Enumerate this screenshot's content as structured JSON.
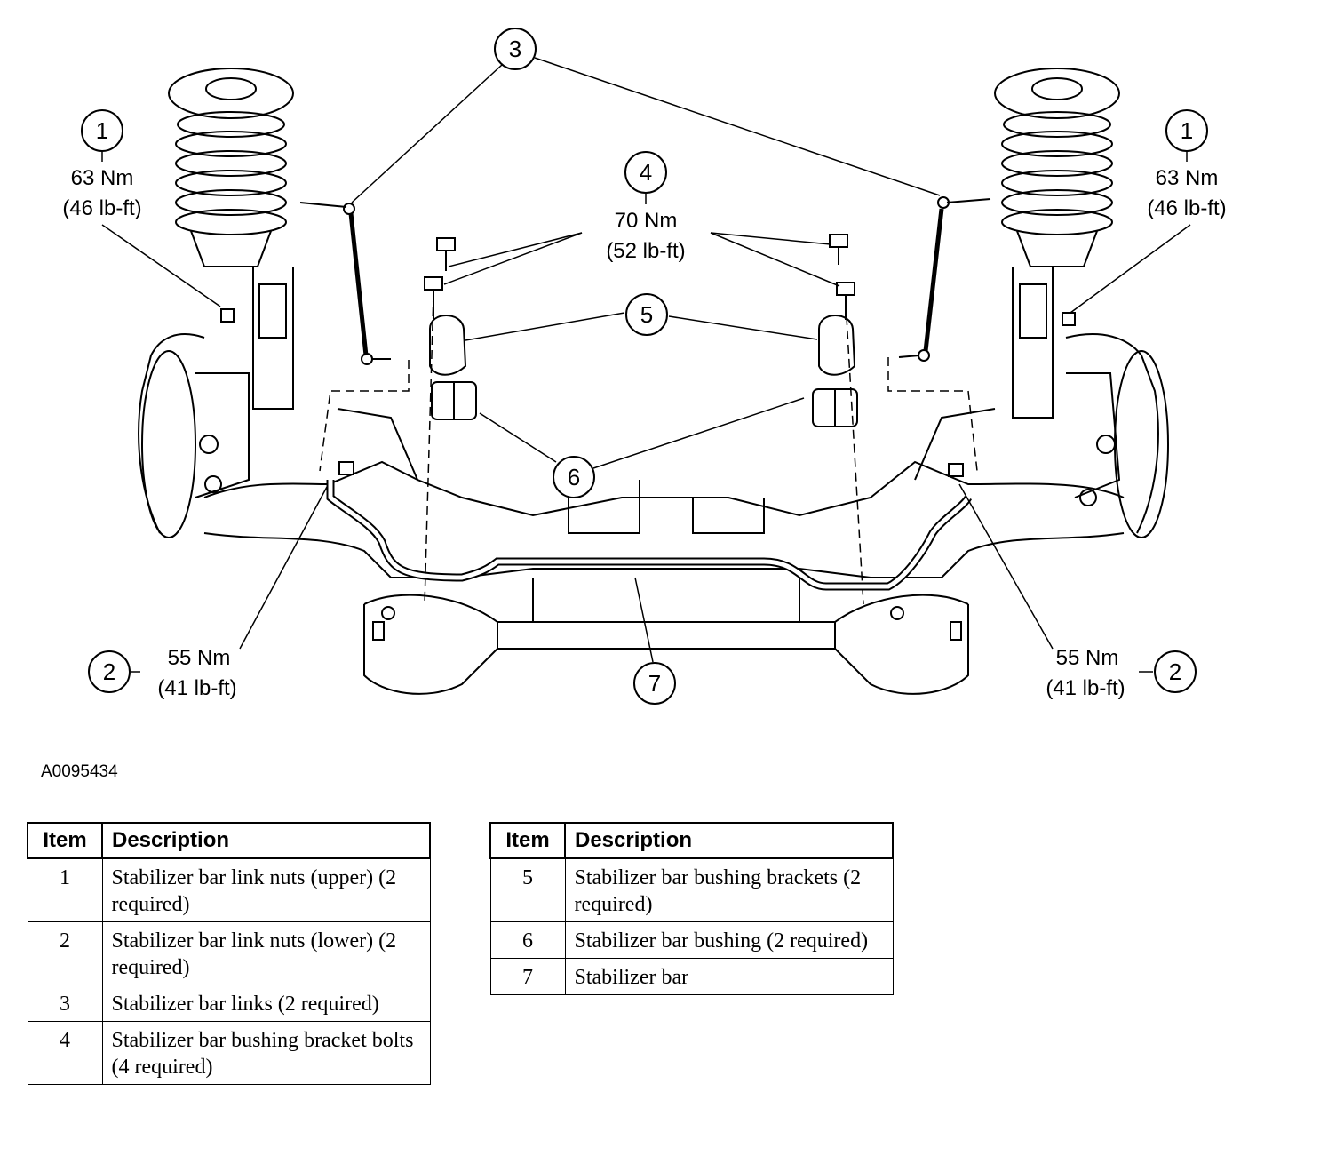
{
  "figure_id": "A0095434",
  "callouts": {
    "c1_left": {
      "number": "1",
      "torque_nm": "63 Nm",
      "torque_lbft": "(46 lb-ft)"
    },
    "c1_right": {
      "number": "1",
      "torque_nm": "63 Nm",
      "torque_lbft": "(46 lb-ft)"
    },
    "c2_left": {
      "number": "2",
      "torque_nm": "55 Nm",
      "torque_lbft": "(41 lb-ft)"
    },
    "c2_right": {
      "number": "2",
      "torque_nm": "55 Nm",
      "torque_lbft": "(41 lb-ft)"
    },
    "c3": {
      "number": "3"
    },
    "c4": {
      "number": "4",
      "torque_nm": "70 Nm",
      "torque_lbft": "(52 lb-ft)"
    },
    "c5": {
      "number": "5"
    },
    "c6": {
      "number": "6"
    },
    "c7": {
      "number": "7"
    }
  },
  "table_left": {
    "headers": [
      "Item",
      "Description"
    ],
    "rows": [
      {
        "item": "1",
        "description": "Stabilizer bar link nuts (upper) (2 required)"
      },
      {
        "item": "2",
        "description": "Stabilizer bar link nuts (lower) (2 required)"
      },
      {
        "item": "3",
        "description": "Stabilizer bar links (2 required)"
      },
      {
        "item": "4",
        "description": "Stabilizer bar bushing bracket bolts (4 required)"
      }
    ]
  },
  "table_right": {
    "headers": [
      "Item",
      "Description"
    ],
    "rows": [
      {
        "item": "5",
        "description": "Stabilizer bar bushing brackets (2 required)"
      },
      {
        "item": "6",
        "description": "Stabilizer bar bushing (2 required)"
      },
      {
        "item": "7",
        "description": "Stabilizer bar"
      }
    ]
  }
}
